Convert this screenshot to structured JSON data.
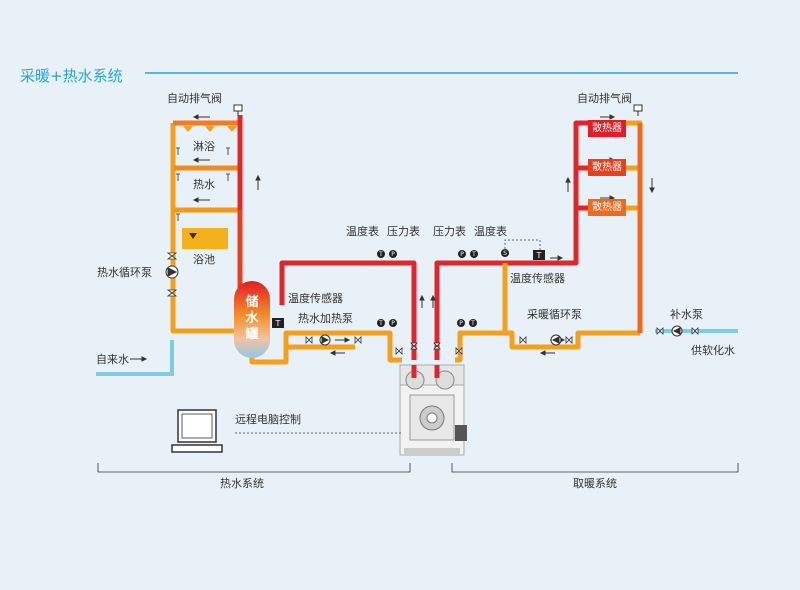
{
  "title": "采暖+热水系统",
  "labels": {
    "auto_vent_left": "自动排气阀",
    "auto_vent_right": "自动排气阀",
    "shower": "淋浴",
    "hot_water": "热水",
    "bath_pool": "浴池",
    "hw_circ_pump": "热水循环泵",
    "tap_water": "自来水",
    "tank": [
      "储",
      "水",
      "罐"
    ],
    "temp_sensor_left": "温度传感器",
    "hw_boost_pump": "热水加热泵",
    "thermometer_1": "温度表",
    "pressure_gauge_1": "压力表",
    "pressure_gauge_2": "压力表",
    "thermometer_2": "温度表",
    "temp_sensor_right": "温度传感器",
    "heating_circ_pump": "采暖循环泵",
    "makeup_pump": "补水泵",
    "soft_water": "供软化水",
    "radiator": "散热器",
    "remote_control": "远程电脑控制",
    "hot_water_system": "热水系统",
    "heating_system": "取暖系统"
  },
  "colors": {
    "accent": "#29a4d8",
    "hot_pipe": "#e0262b",
    "warm_pipe": "#f5a31a",
    "cold_pipe": "#7ecbe6"
  }
}
